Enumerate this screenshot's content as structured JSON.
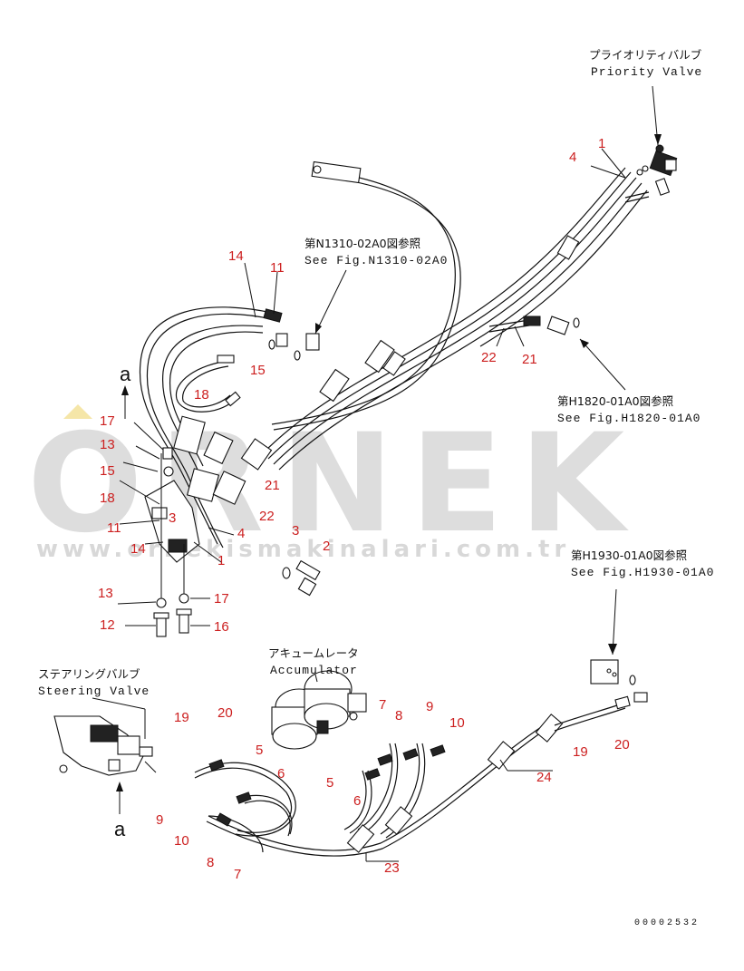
{
  "watermark": {
    "brand": "ORNEK",
    "url": "www.ornekismakinalari.com.tr"
  },
  "references": {
    "priority_valve_jp": "プライオリティバルブ",
    "priority_valve": "Priority Valve",
    "n1310_jp": "第N1310-02A0図参照",
    "n1310": "See Fig.N1310-02A0",
    "h1820_jp": "第H1820-01A0図参照",
    "h1820": "See Fig.H1820-01A0",
    "h1930_jp": "第H1930-01A0図参照",
    "h1930": "See Fig.H1930-01A0",
    "accumulator_jp": "アキュームレータ",
    "accumulator": "Accumulator",
    "steering_valve_jp": "ステアリングバルブ",
    "steering_valve": "Steering Valve"
  },
  "view_markers": {
    "top": "a",
    "bottom": "a"
  },
  "doc_number": "00002532",
  "part_labels": {
    "p1_top": "1",
    "p4_top": "4",
    "p14_top": "14",
    "p11_top": "11",
    "p15_mid": "15",
    "p18_mid": "18",
    "p22_top": "22",
    "p21_top": "21",
    "p17_left": "17",
    "p13_left": "13",
    "p15_left": "15",
    "p18_left": "18",
    "p11_left": "11",
    "p14_left": "14",
    "p3_small": "3",
    "p21_mid": "21",
    "p22_mid": "22",
    "p4_mid": "4",
    "p1_mid": "1",
    "p3_right": "3",
    "p2_right": "2",
    "p13_bot": "13",
    "p17_bot": "17",
    "p12_bot": "12",
    "p16_bot": "16",
    "p19_left": "19",
    "p20_left": "20",
    "p5_left": "5",
    "p6_left": "6",
    "p9_left": "9",
    "p10_left": "10",
    "p8_left": "8",
    "p7_left": "7",
    "p7_right": "7",
    "p8_right": "8",
    "p9_right": "9",
    "p10_right": "10",
    "p5_right": "5",
    "p6_right": "6",
    "p23": "23",
    "p24": "24",
    "p19_right": "19",
    "p20_right": "20"
  }
}
